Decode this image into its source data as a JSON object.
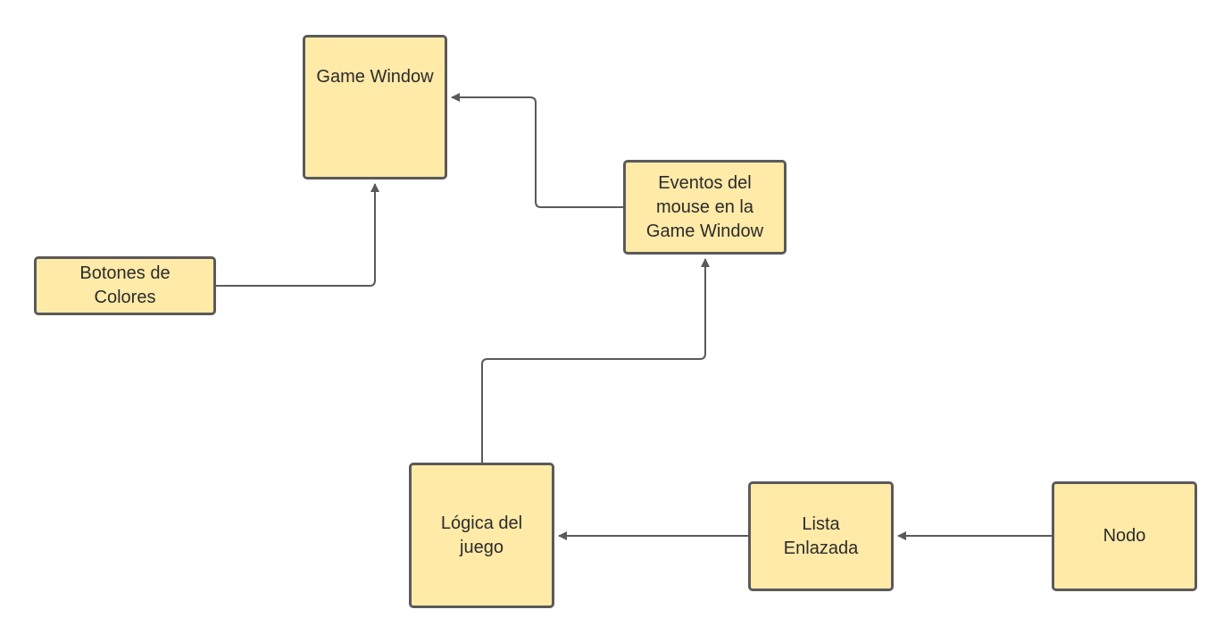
{
  "diagram": {
    "colors": {
      "node_fill": "#ffeaa8",
      "node_border": "#5a5a5a",
      "connector": "#5a5a5a",
      "text": "#2b2b2b"
    },
    "nodes": {
      "game_window": {
        "label": "Game Window"
      },
      "mouse_events": {
        "label": "Eventos del\nmouse en la\nGame Window"
      },
      "color_buttons": {
        "label": "Botones de\nColores"
      },
      "game_logic": {
        "label": "Lógica del\njuego"
      },
      "linked_list": {
        "label": "Lista\nEnlazada"
      },
      "node": {
        "label": "Nodo"
      }
    },
    "edges": [
      {
        "from": "Eventos del mouse en la Game Window",
        "to": "Game Window"
      },
      {
        "from": "Botones de Colores",
        "to": "Game Window"
      },
      {
        "from": "Lógica del juego",
        "to": "Eventos del mouse en la Game Window"
      },
      {
        "from": "Lista Enlazada",
        "to": "Lógica del juego"
      },
      {
        "from": "Nodo",
        "to": "Lista Enlazada"
      }
    ]
  }
}
